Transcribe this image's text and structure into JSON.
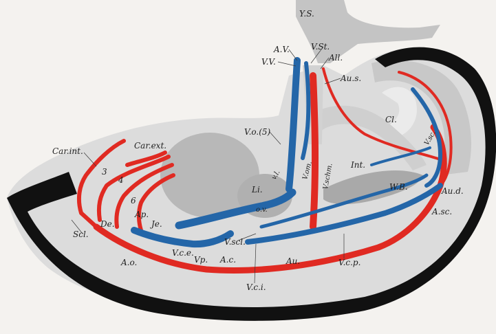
{
  "colors": {
    "background": "#f4f2ef",
    "tissue_light": "#dcdcdc",
    "tissue_mid": "#c6c6c6",
    "tissue_dark": "#aeaeae",
    "ectoderm_band": "#111111",
    "artery": "#e02a22",
    "vein": "#2466a8"
  },
  "labels": {
    "ys": "Y.S.",
    "av": "A.V.",
    "vv": "V.V.",
    "vst": "V.St.",
    "all": "All.",
    "aus": "Au.s.",
    "cl": "Cl.",
    "vo5": "V.o.(5)",
    "car_int": "Car.int.",
    "car_ext": "Car.ext.",
    "arch3": "3",
    "arch4": "4",
    "arch6": "6",
    "ap": "Ap.",
    "de": "De.",
    "je": "Je.",
    "scl": "Scl.",
    "li": "Li.",
    "int": "Int.",
    "wb": "W.B.",
    "aud": "Au.d.",
    "asc": "A.sc.",
    "vsc": "V.sc.",
    "vce": "V.c.e.",
    "vp": "Vp.",
    "vscl": "V.scl.",
    "ac": "A.c.",
    "ao": "A.o.",
    "au": "Au.",
    "vci": "V.c.i.",
    "vcp": "V.c.p.",
    "vom": "V.om.",
    "vschm": "V.schm.",
    "ov": "o.v.",
    "vl": "v.l."
  }
}
